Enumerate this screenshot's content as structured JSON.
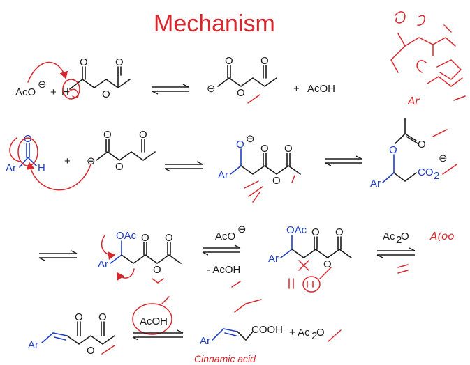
{
  "title": "Mechanism",
  "labels": {
    "aco": "AcO",
    "h": "H",
    "o": "O",
    "acoh": "AcOH",
    "ar": "Ar",
    "oac": "OAc",
    "co2": "CO",
    "co2_sub": "2",
    "minus_acoh": "- AcOH",
    "ac2o": "Ac",
    "ac2o_sub": "2",
    "ac2o_o": "O",
    "cooh": "COOH",
    "plus_ac2o": "+ Ac",
    "plus_sign": "+",
    "neg": "⊖"
  },
  "caption": "Cinnamic acid",
  "annotations": {
    "aroa": "A(oo",
    "ar_hand": "Ar"
  },
  "colors": {
    "ink": "#d8262c",
    "blue": "#1f3fc4",
    "black": "#1a1a1a"
  }
}
